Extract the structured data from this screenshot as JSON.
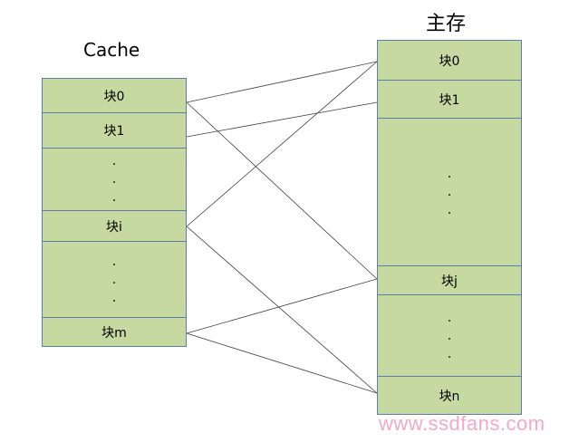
{
  "cache": {
    "title": "Cache",
    "blocks": [
      "块0",
      "块1",
      "·\n·\n·",
      "块i",
      "·\n·\n·",
      "块m"
    ]
  },
  "memory": {
    "title": "主存",
    "blocks": [
      "块0",
      "块1",
      "·\n·\n·",
      "块j",
      "·\n·\n·",
      "块n"
    ]
  },
  "watermark": "www.ssdfans.com",
  "colors": {
    "cell_fill": "#c5d9a1",
    "cell_border": "#5b7fa6",
    "watermark": "#f3a9c6"
  }
}
